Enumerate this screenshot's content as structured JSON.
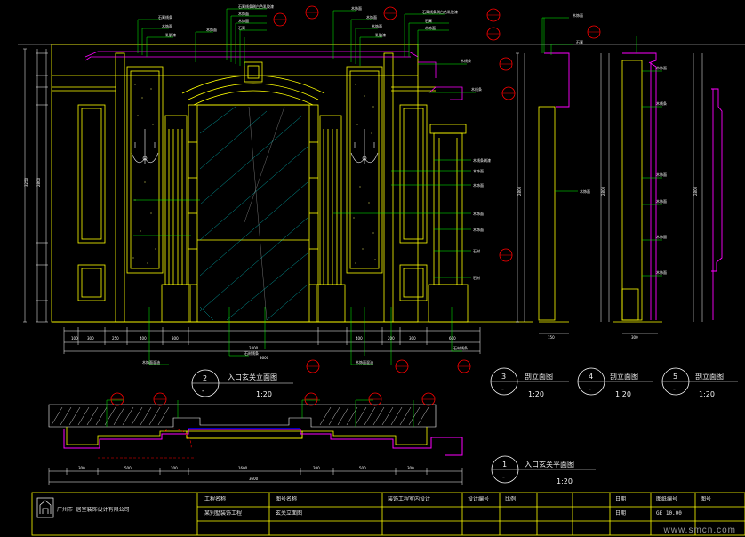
{
  "drawing": {
    "views": [
      {
        "id": "v2",
        "number": "2",
        "title": "入口玄关立面图",
        "scale": "1:20"
      },
      {
        "id": "v3",
        "number": "3",
        "title": "剖立面图",
        "scale": "1:20"
      },
      {
        "id": "v4",
        "number": "4",
        "title": "剖立面图",
        "scale": "1:20"
      },
      {
        "id": "v5",
        "number": "5",
        "title": "剖立面图",
        "scale": "1:20"
      },
      {
        "id": "v1",
        "number": "1",
        "title": "入口玄关平面图",
        "scale": "1:20"
      }
    ],
    "colors": {
      "background": "#000000",
      "frame": "#ffff00",
      "dimension": "#ffffff",
      "leader": "#00ff00",
      "molding": "#ff00ff",
      "cyan": "#00ffff",
      "tag_circle": "#ff0000"
    }
  },
  "title_block": {
    "company": "广州市 居室装饰设计有限公司",
    "logo": "company-logo",
    "row1": [
      "工程名称",
      "图号名称",
      "装饰工程室内设计",
      "设计编号",
      "比例",
      "",
      "",
      "日期",
      "图纸编号",
      "图号"
    ],
    "row2": [
      "某别墅装饰工程",
      "玄关立面图",
      "",
      "",
      "",
      "",
      "",
      "日期",
      "GE 10.00",
      ""
    ]
  },
  "watermark": "www.smcn.com"
}
